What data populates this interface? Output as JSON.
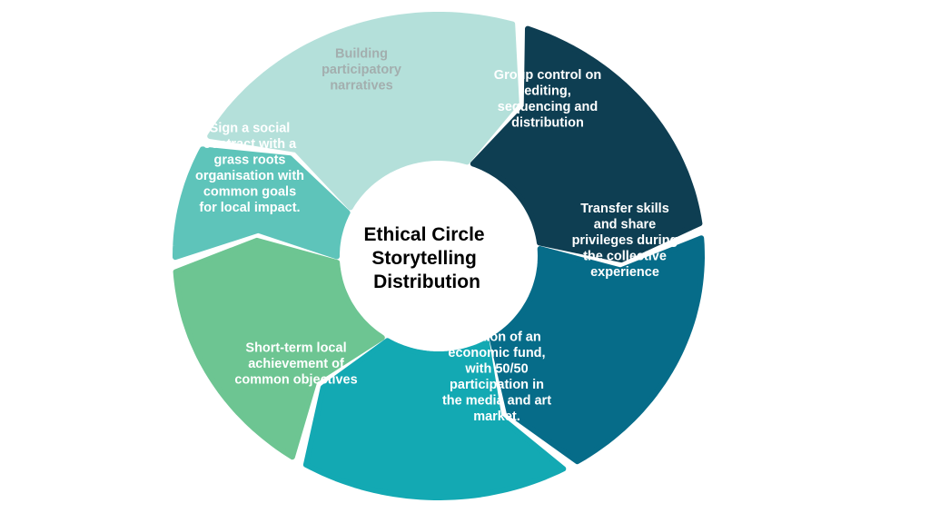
{
  "diagram": {
    "type": "cycle",
    "center_title": [
      "Ethical Circle",
      "Storytelling",
      "Distribution"
    ],
    "segments": [
      {
        "id": "building-participatory-narratives",
        "lines": [
          "Building",
          "participatory",
          "narratives"
        ],
        "fill": "#b4e0da",
        "text_color": "#a3aeae"
      },
      {
        "id": "group-control",
        "lines": [
          "Group control on",
          "editing,",
          "sequencing and",
          "distribution"
        ],
        "fill": "#0e3e52",
        "text_color": "#ffffff"
      },
      {
        "id": "transfer-skills",
        "lines": [
          "Transfer skills",
          "and share",
          "privileges during",
          "the collective",
          "experience"
        ],
        "fill": "#066c89",
        "text_color": "#ffffff"
      },
      {
        "id": "economic-fund",
        "lines": [
          "Creation of an",
          "economic fund,",
          "with 50/50",
          "participation in",
          "the media and art",
          "market."
        ],
        "fill": "#13a9b3",
        "text_color": "#ffffff"
      },
      {
        "id": "short-term-achievement",
        "lines": [
          "Short-term local",
          "achievement of",
          "common objectives"
        ],
        "fill": "#6dc592",
        "text_color": "#ffffff"
      },
      {
        "id": "social-contract",
        "lines": [
          "Sign a social",
          "contract with a",
          "grass roots",
          "organisation with",
          "common goals",
          "for local impact."
        ],
        "fill": "#5ec4ba",
        "text_color": "#ffffff"
      }
    ]
  }
}
